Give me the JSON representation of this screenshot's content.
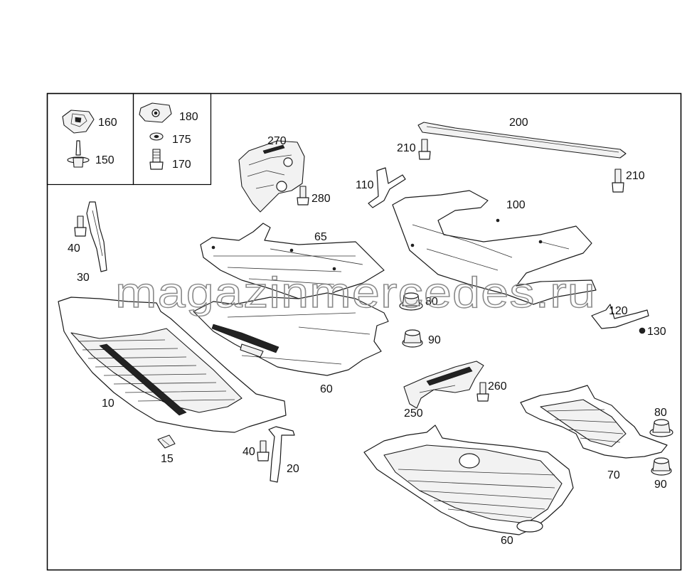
{
  "labels": {
    "p10": "10",
    "p15": "15",
    "p20": "20",
    "p30": "30",
    "p40a": "40",
    "p40b": "40",
    "p60a": "60",
    "p60b": "60",
    "p65": "65",
    "p70": "70",
    "p80a": "80",
    "p80b": "80",
    "p90a": "90",
    "p90b": "90",
    "p100": "100",
    "p110": "110",
    "p120": "120",
    "p130": "130",
    "p150": "150",
    "p160": "160",
    "p170": "170",
    "p175": "175",
    "p180": "180",
    "p200": "200",
    "p210a": "210",
    "p210b": "210",
    "p250": "250",
    "p260": "260",
    "p270": "270",
    "p280": "280"
  },
  "watermark": "magazinmercedes.ru"
}
